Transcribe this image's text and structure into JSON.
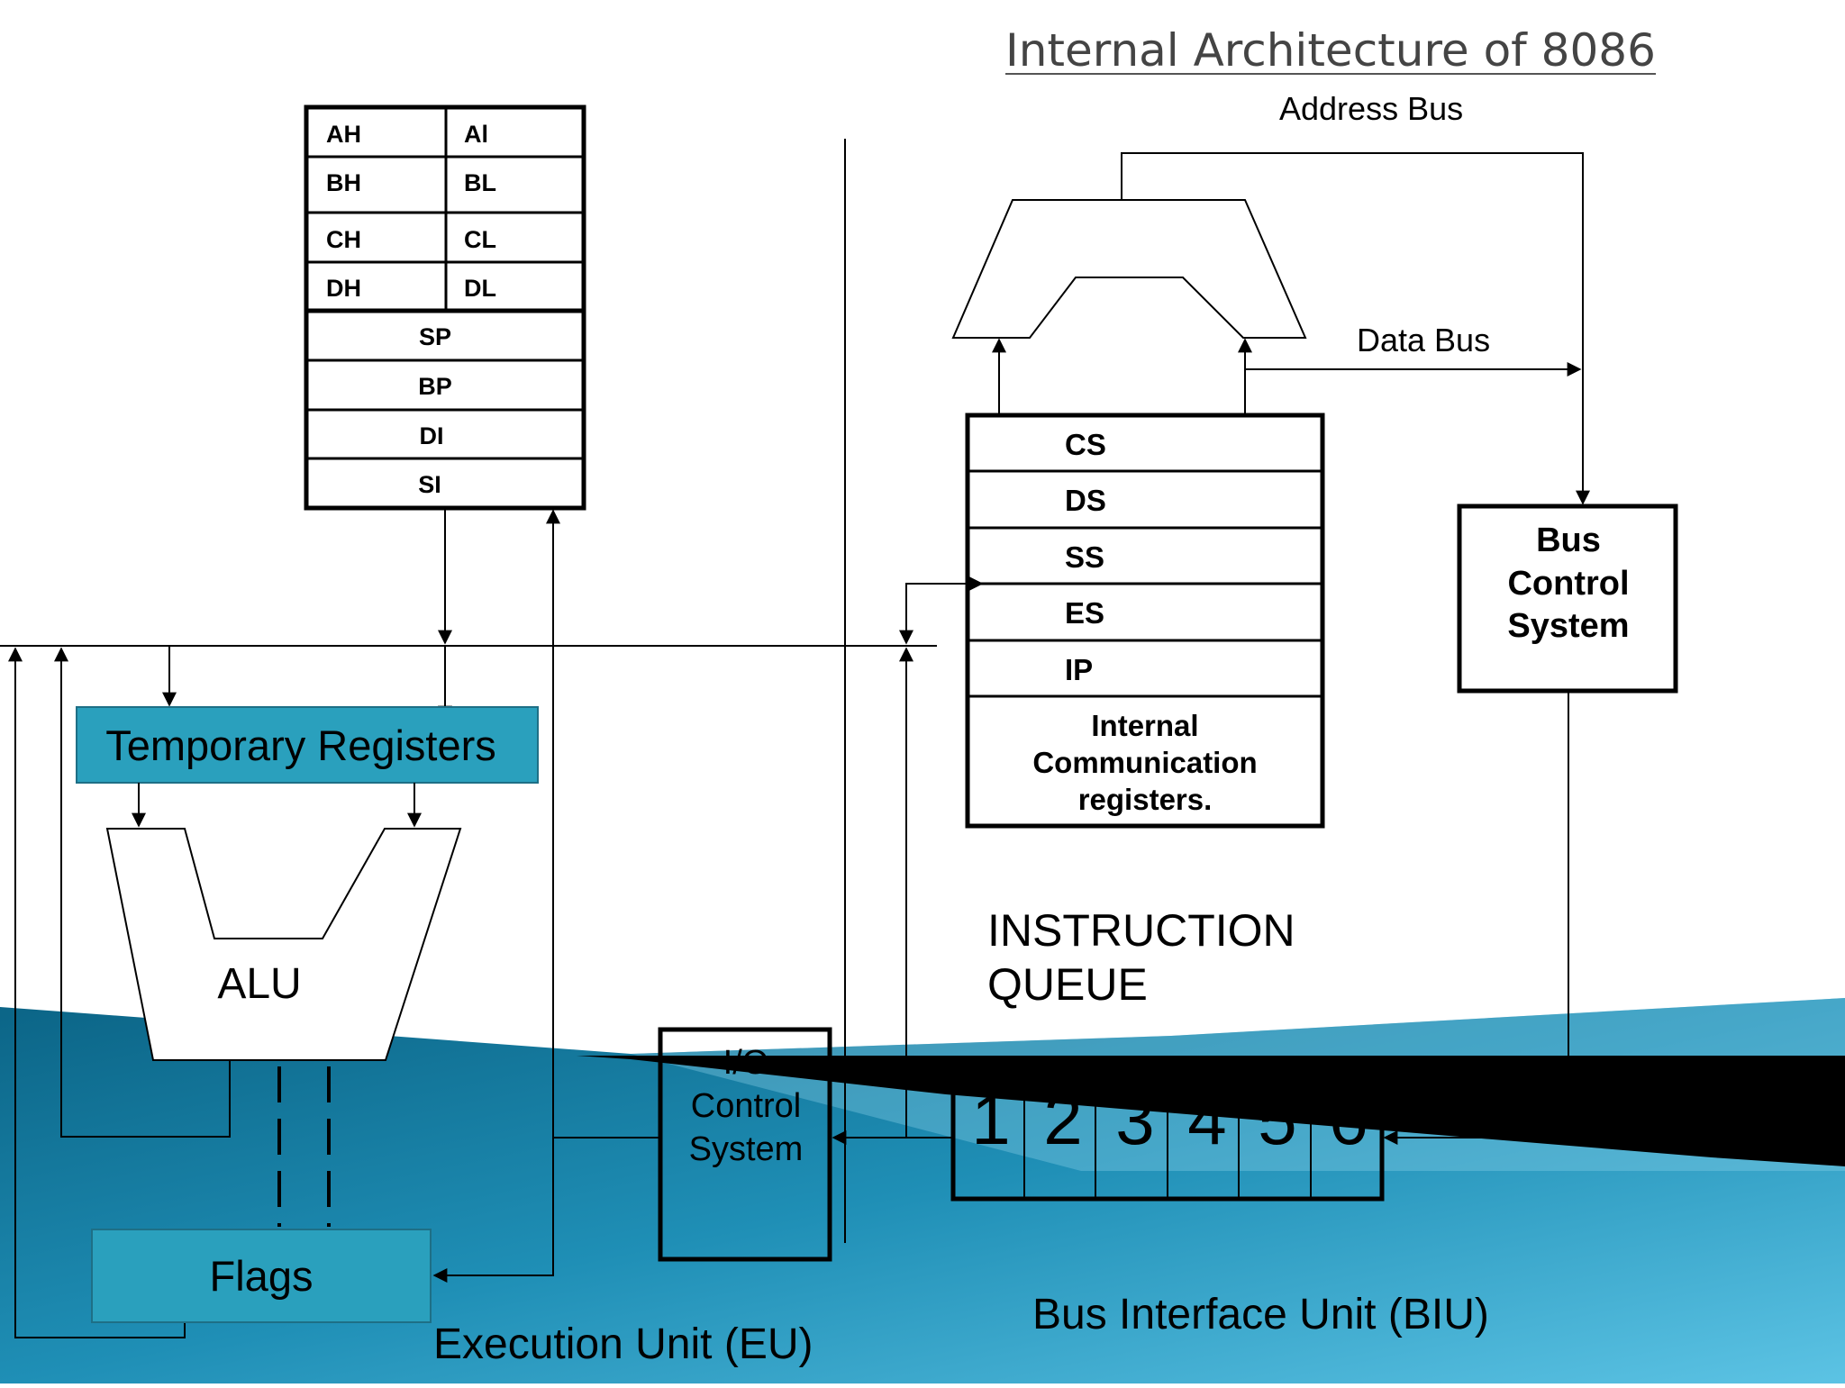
{
  "title": "Internal Architecture of 8086",
  "bus_labels": {
    "address_bus": "Address Bus",
    "data_bus": "Data Bus"
  },
  "general_registers": {
    "pairs": [
      {
        "high": "AH",
        "low": "Al"
      },
      {
        "high": "BH",
        "low": "BL"
      },
      {
        "high": "CH",
        "low": "CL"
      },
      {
        "high": "DH",
        "low": "DL"
      }
    ],
    "pointers": [
      "SP",
      "BP",
      "DI",
      "SI"
    ]
  },
  "segment_registers": {
    "rows": [
      "CS",
      "DS",
      "SS",
      "ES",
      "IP"
    ],
    "internal_line1": "Internal",
    "internal_line2": "Communication",
    "internal_line3": "registers."
  },
  "bus_control": {
    "line1": "Bus",
    "line2": "Control",
    "line3": "System"
  },
  "temporary_registers": "Temporary Registers",
  "alu": "ALU",
  "flags": "Flags",
  "io_control": {
    "line1": "I/O",
    "line2": "Control",
    "line3": "System"
  },
  "instruction_queue": {
    "line1": "INSTRUCTION",
    "line2": "QUEUE",
    "cells": [
      "1",
      "2",
      "3",
      "4",
      "5",
      "6"
    ]
  },
  "eu_label": "Execution Unit (EU)",
  "biu_label": "Bus Interface Unit (BIU)",
  "colors": {
    "teal_box": "#2aa0bd",
    "wave_dark": "#0d6f92",
    "wave_light": "#5bbfe0",
    "black_band": "#000000"
  }
}
